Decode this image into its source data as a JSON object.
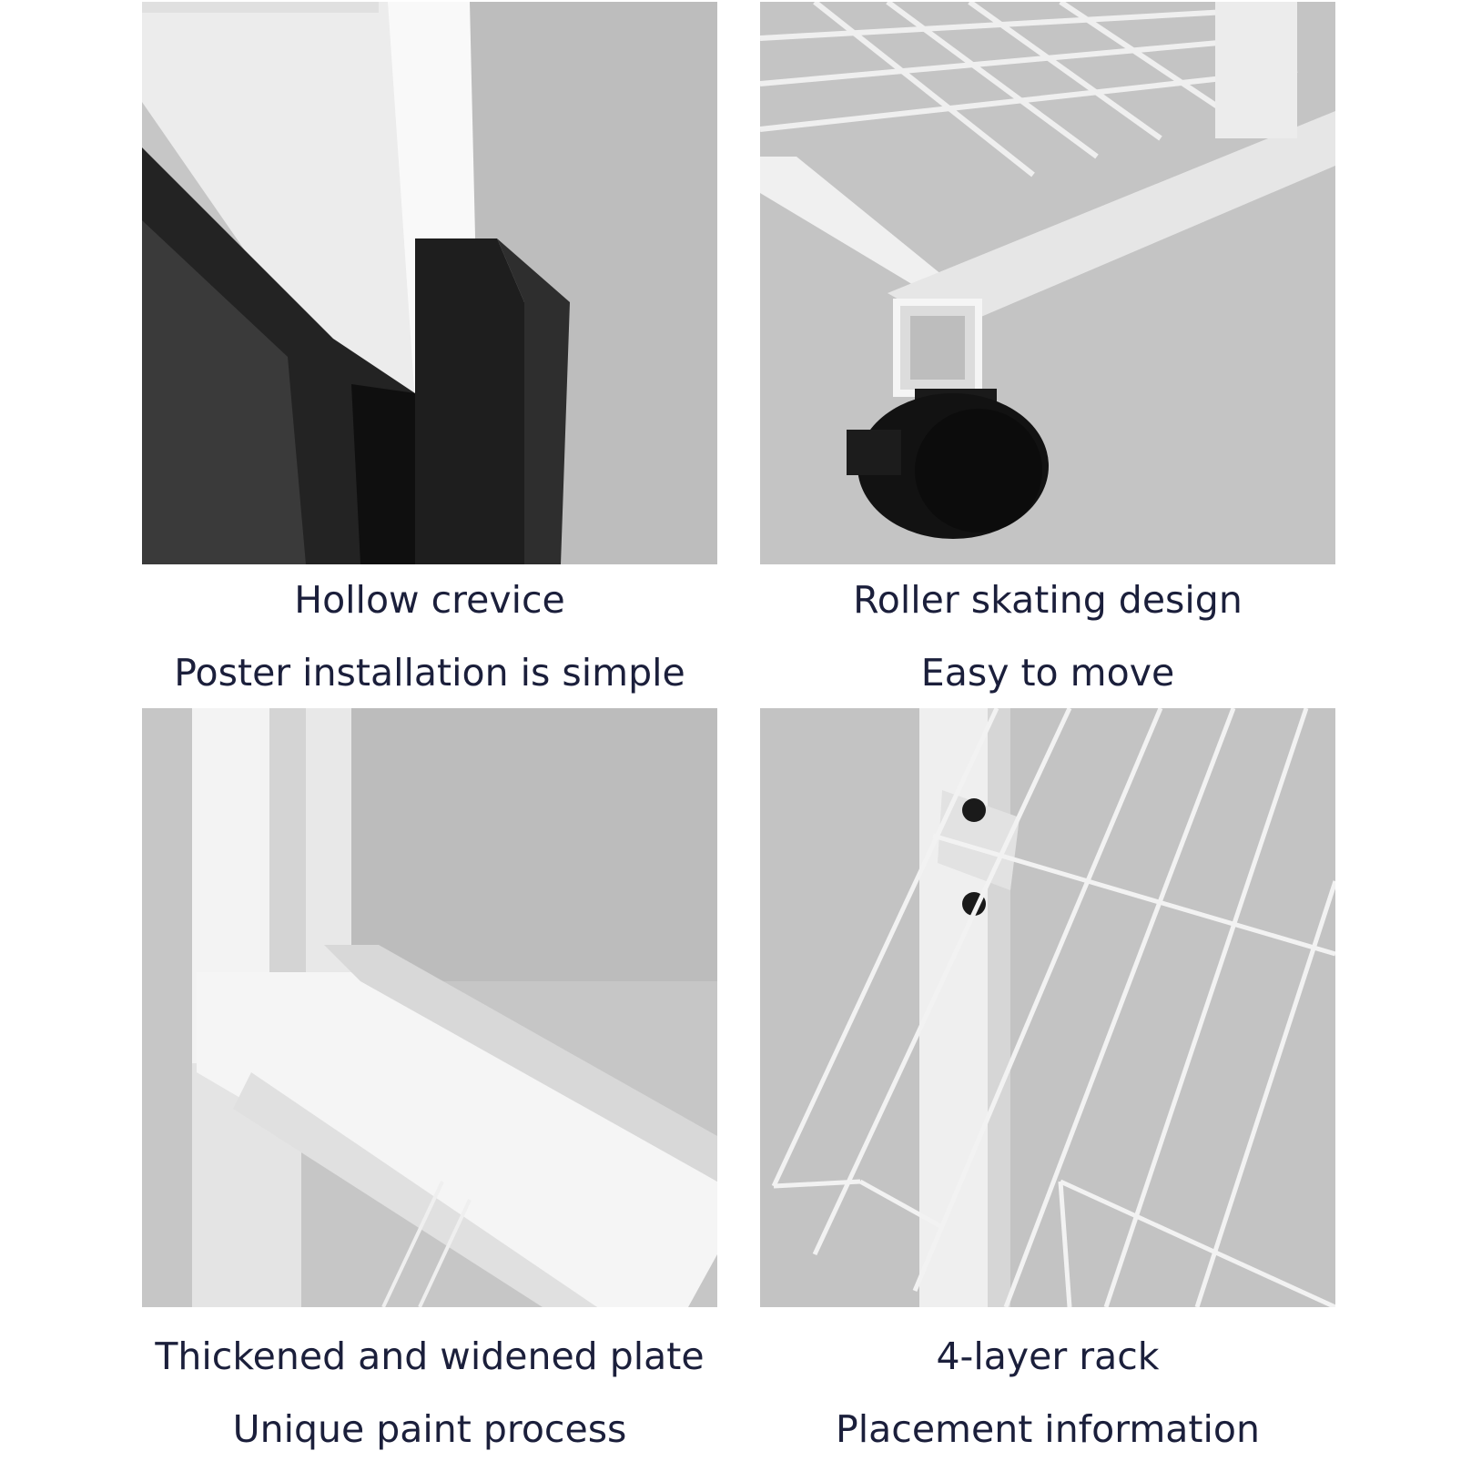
{
  "panels": [
    {
      "name": "hollow-crevice",
      "caption_line1": "Hollow crevice",
      "caption_line2": "Poster installation is simple"
    },
    {
      "name": "roller-skating",
      "caption_line1": "Roller skating design",
      "caption_line2": "Easy to move"
    },
    {
      "name": "thickened-plate",
      "caption_line1": "Thickened and widened plate",
      "caption_line2": "Unique paint process"
    },
    {
      "name": "four-layer-rack",
      "caption_line1": "4-layer rack",
      "caption_line2": "Placement information"
    }
  ],
  "colors": {
    "photo_background": "#c8c8c8",
    "caption_text": "#1b1f3b",
    "frame_dark": "#2a2a2a",
    "frame_white": "#f2f2f2",
    "caster_black": "#111111"
  }
}
